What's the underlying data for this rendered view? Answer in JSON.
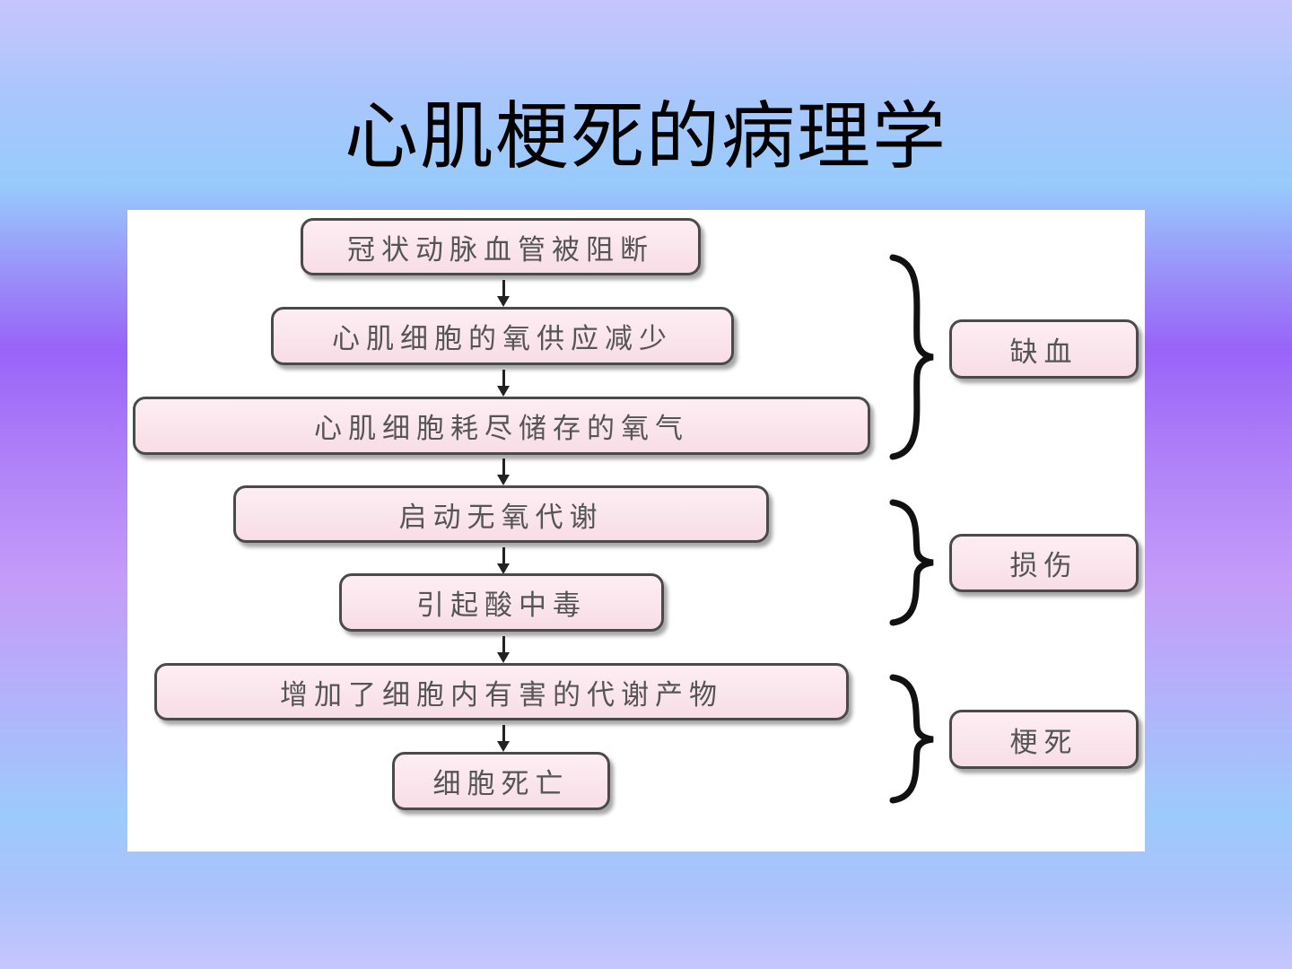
{
  "title": "心肌梗死的病理学",
  "steps": [
    "冠状动脉血管被阻断",
    "心肌细胞的氧供应减少",
    "心肌细胞耗尽储存的氧气",
    "启动无氧代谢",
    "引起酸中毒",
    "增加了细胞内有害的代谢产物",
    "细胞死亡"
  ],
  "stages": [
    "缺血",
    "损伤",
    "梗死"
  ],
  "colors": {
    "box_fill": "#fbe6ee",
    "box_border": "#4a4a4a",
    "text": "#555555"
  }
}
